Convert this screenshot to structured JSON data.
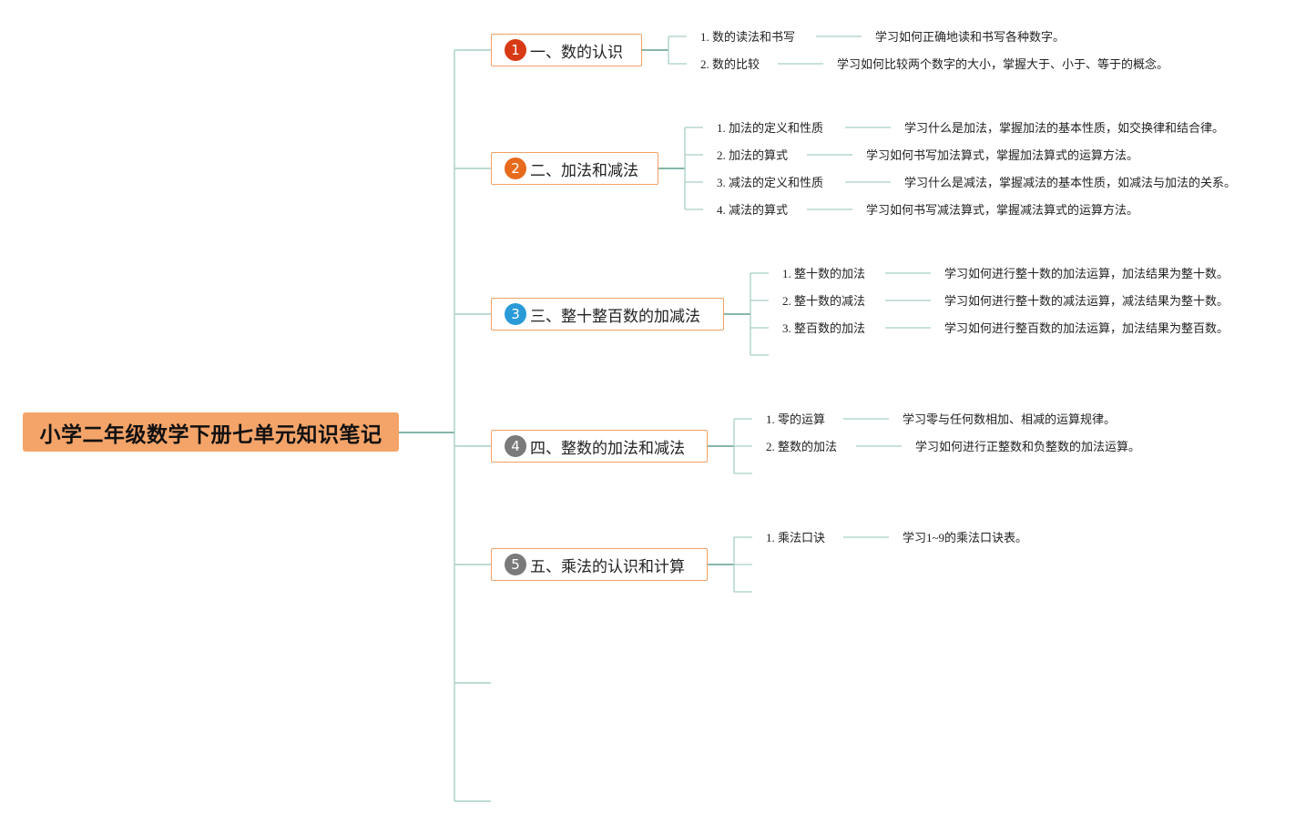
{
  "root": {
    "title": "小学二年级数学下册七单元知识笔记"
  },
  "colors": {
    "root_fill": "#f4a469",
    "topic_border": "#f2a067",
    "line_main": "#5f9e8f",
    "line_light": "#a7cfc5"
  },
  "topics": [
    {
      "number": "1",
      "badge_color": "#d93a16",
      "label": "一、数的认识",
      "subtopics": [
        {
          "label": "1. 数的读法和书写",
          "description": "学习如何正确地读和书写各种数字。"
        },
        {
          "label": "2. 数的比较",
          "description": "学习如何比较两个数字的大小，掌握大于、小于、等于的概念。"
        }
      ]
    },
    {
      "number": "2",
      "badge_color": "#e86a1c",
      "label": "二、加法和减法",
      "subtopics": [
        {
          "label": "1. 加法的定义和性质",
          "description": "学习什么是加法，掌握加法的基本性质，如交换律和结合律。"
        },
        {
          "label": "2. 加法的算式",
          "description": "学习如何书写加法算式，掌握加法算式的运算方法。"
        },
        {
          "label": "3. 减法的定义和性质",
          "description": "学习什么是减法，掌握减法的基本性质，如减法与加法的关系。"
        },
        {
          "label": "4. 减法的算式",
          "description": "学习如何书写减法算式，掌握减法算式的运算方法。"
        }
      ]
    },
    {
      "number": "3",
      "badge_color": "#2a9ad8",
      "label": "三、整十整百数的加减法",
      "subtopics": [
        {
          "label": "1. 整十数的加法",
          "description": "学习如何进行整十数的加法运算，加法结果为整十数。"
        },
        {
          "label": "2. 整十数的减法",
          "description": "学习如何进行整十数的减法运算，减法结果为整十数。"
        },
        {
          "label": "3. 整百数的加法",
          "description": "学习如何进行整百数的加法运算，加法结果为整百数。"
        }
      ]
    },
    {
      "number": "4",
      "badge_color": "#7a7a7a",
      "label": "四、整数的加法和减法",
      "subtopics": [
        {
          "label": "1. 零的运算",
          "description": "学习零与任何数相加、相减的运算规律。"
        },
        {
          "label": "2. 整数的加法",
          "description": "学习如何进行正整数和负整数的加法运算。"
        }
      ]
    },
    {
      "number": "5",
      "badge_color": "#7a7a7a",
      "label": "五、乘法的认识和计算",
      "subtopics": [
        {
          "label": "1. 乘法口诀",
          "description": "学习1~9的乘法口诀表。"
        }
      ]
    }
  ]
}
